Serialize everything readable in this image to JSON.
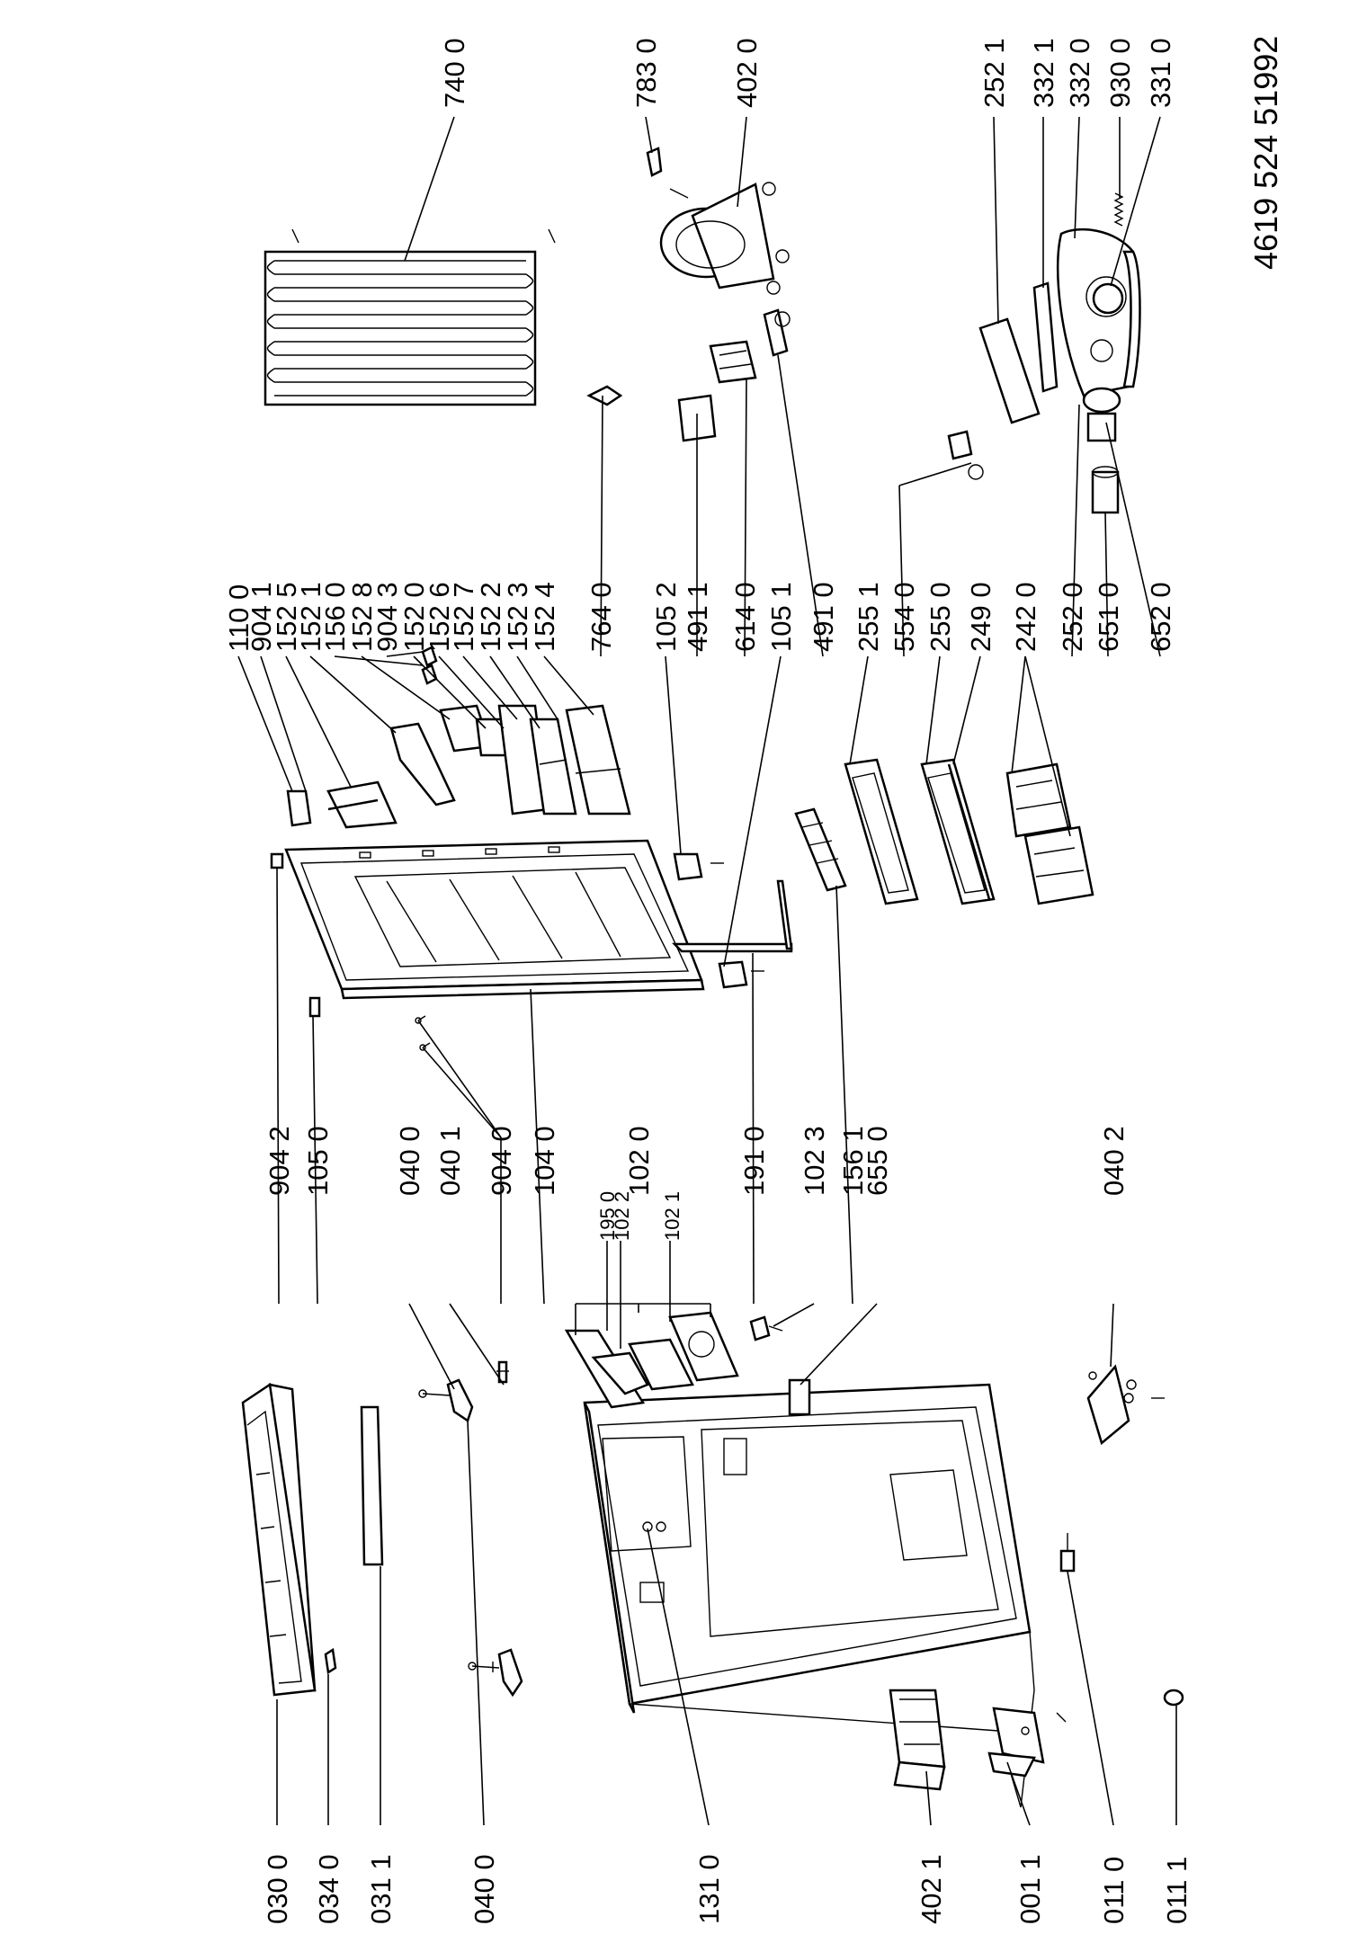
{
  "document_number": "4619 524 51992",
  "labels": {
    "l_030_0": "030 0",
    "l_034_0": "034 0",
    "l_031_1": "031 1",
    "l_040_0_a": "040 0",
    "l_131_0": "131 0",
    "l_402_1": "402 1",
    "l_001_1": "001 1",
    "l_011_0": "011 0",
    "l_011_1": "011 1",
    "l_040_0_b": "040 0",
    "l_040_1": "040 1",
    "l_904_0": "904 0",
    "l_104_0": "104 0",
    "l_904_2": "904 2",
    "l_105_0": "105 0",
    "l_102_0": "102 0",
    "l_195_0": "195 0",
    "l_102_2": "102 2",
    "l_102_1": "102 1",
    "l_191_0": "191 0",
    "l_102_3": "102 3",
    "l_156_1": "156 1",
    "l_655_0": "655 0",
    "l_040_2": "040 2",
    "l_110_0": "110 0",
    "l_904_1": "904 1",
    "l_152_5": "152 5",
    "l_152_1": "152 1",
    "l_156_0": "156 0",
    "l_152_8": "152 8",
    "l_904_3": "904 3",
    "l_152_0": "152 0",
    "l_152_6": "152 6",
    "l_152_7": "152 7",
    "l_152_2": "152 2",
    "l_152_3": "152 3",
    "l_152_4": "152 4",
    "l_764_0": "764 0",
    "l_105_2": "105 2",
    "l_491_1": "491 1",
    "l_614_0": "614 0",
    "l_105_1": "105 1",
    "l_491_0": "491 0",
    "l_255_1": "255 1",
    "l_554_0": "554 0",
    "l_255_0": "255 0",
    "l_249_0": "249 0",
    "l_242_0": "242 0",
    "l_252_0": "252 0",
    "l_651_0": "651 0",
    "l_652_0": "652 0",
    "l_740_0": "740 0",
    "l_783_0": "783 0",
    "l_402_0": "402 0",
    "l_252_1": "252 1",
    "l_332_1": "332 1",
    "l_332_0": "332 0",
    "l_930_0": "930 0",
    "l_331_0": "331 0"
  }
}
